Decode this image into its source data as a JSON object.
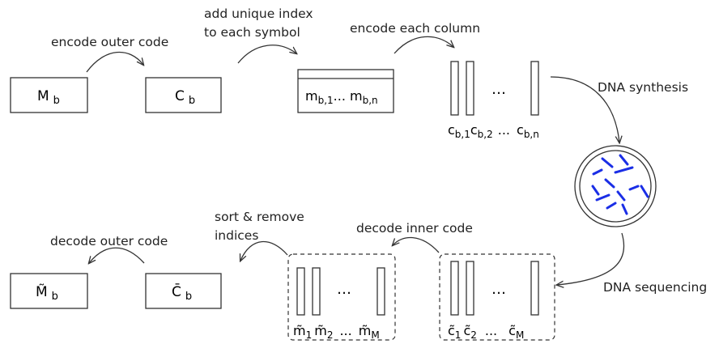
{
  "labels": {
    "encode_outer": "encode outer code",
    "add_index_line1": "add unique index",
    "add_index_line2": "to each symbol",
    "encode_column": "encode each column",
    "dna_synthesis": "DNA synthesis",
    "dna_sequencing": "DNA sequencing",
    "decode_inner": "decode inner code",
    "sort_line1": "sort & remove",
    "sort_line2": "indices",
    "decode_outer": "decode outer code",
    "ellipsis": "…"
  },
  "top_row": {
    "m_b": "M",
    "c_b": "C",
    "sub_b": "b",
    "mb_base": "m",
    "mb_sub1": "b,1",
    "mb_mid": "... m",
    "mb_subn": "b,n",
    "col_c": "c",
    "col_sub1": "b,1",
    "col_sub2": "b,2",
    "col_dots": "...",
    "col_subn": "b,n"
  },
  "bottom_row": {
    "m_hat": "M̃",
    "c_hat": "C̄",
    "sub_b": "b",
    "m_tilde": "m̃",
    "m_sub1": "1",
    "m_sub2": "2",
    "m_subM": "M",
    "c_tilde": "c̃",
    "c_sub1": "1",
    "c_sub2": "2",
    "c_subM": "M",
    "dots": "..."
  },
  "colors": {
    "strand": "#1a2ee6",
    "stroke": "#333333"
  },
  "icons": [
    "petri-dish-icon"
  ]
}
